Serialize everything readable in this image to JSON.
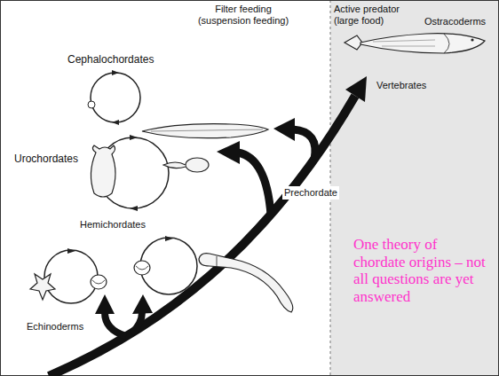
{
  "diagram": {
    "labels": [
      "Filter feeding (suspension feeding)",
      "Active predator (large food)",
      "Ostracoderms",
      "Cephalochordates",
      "Vertebrates",
      "Urochordates",
      "Prechordate",
      "Hemichordates",
      "One theory of chordate origins – not all questions are yet answered",
      "Echinoderms"
    ]
  }
}
